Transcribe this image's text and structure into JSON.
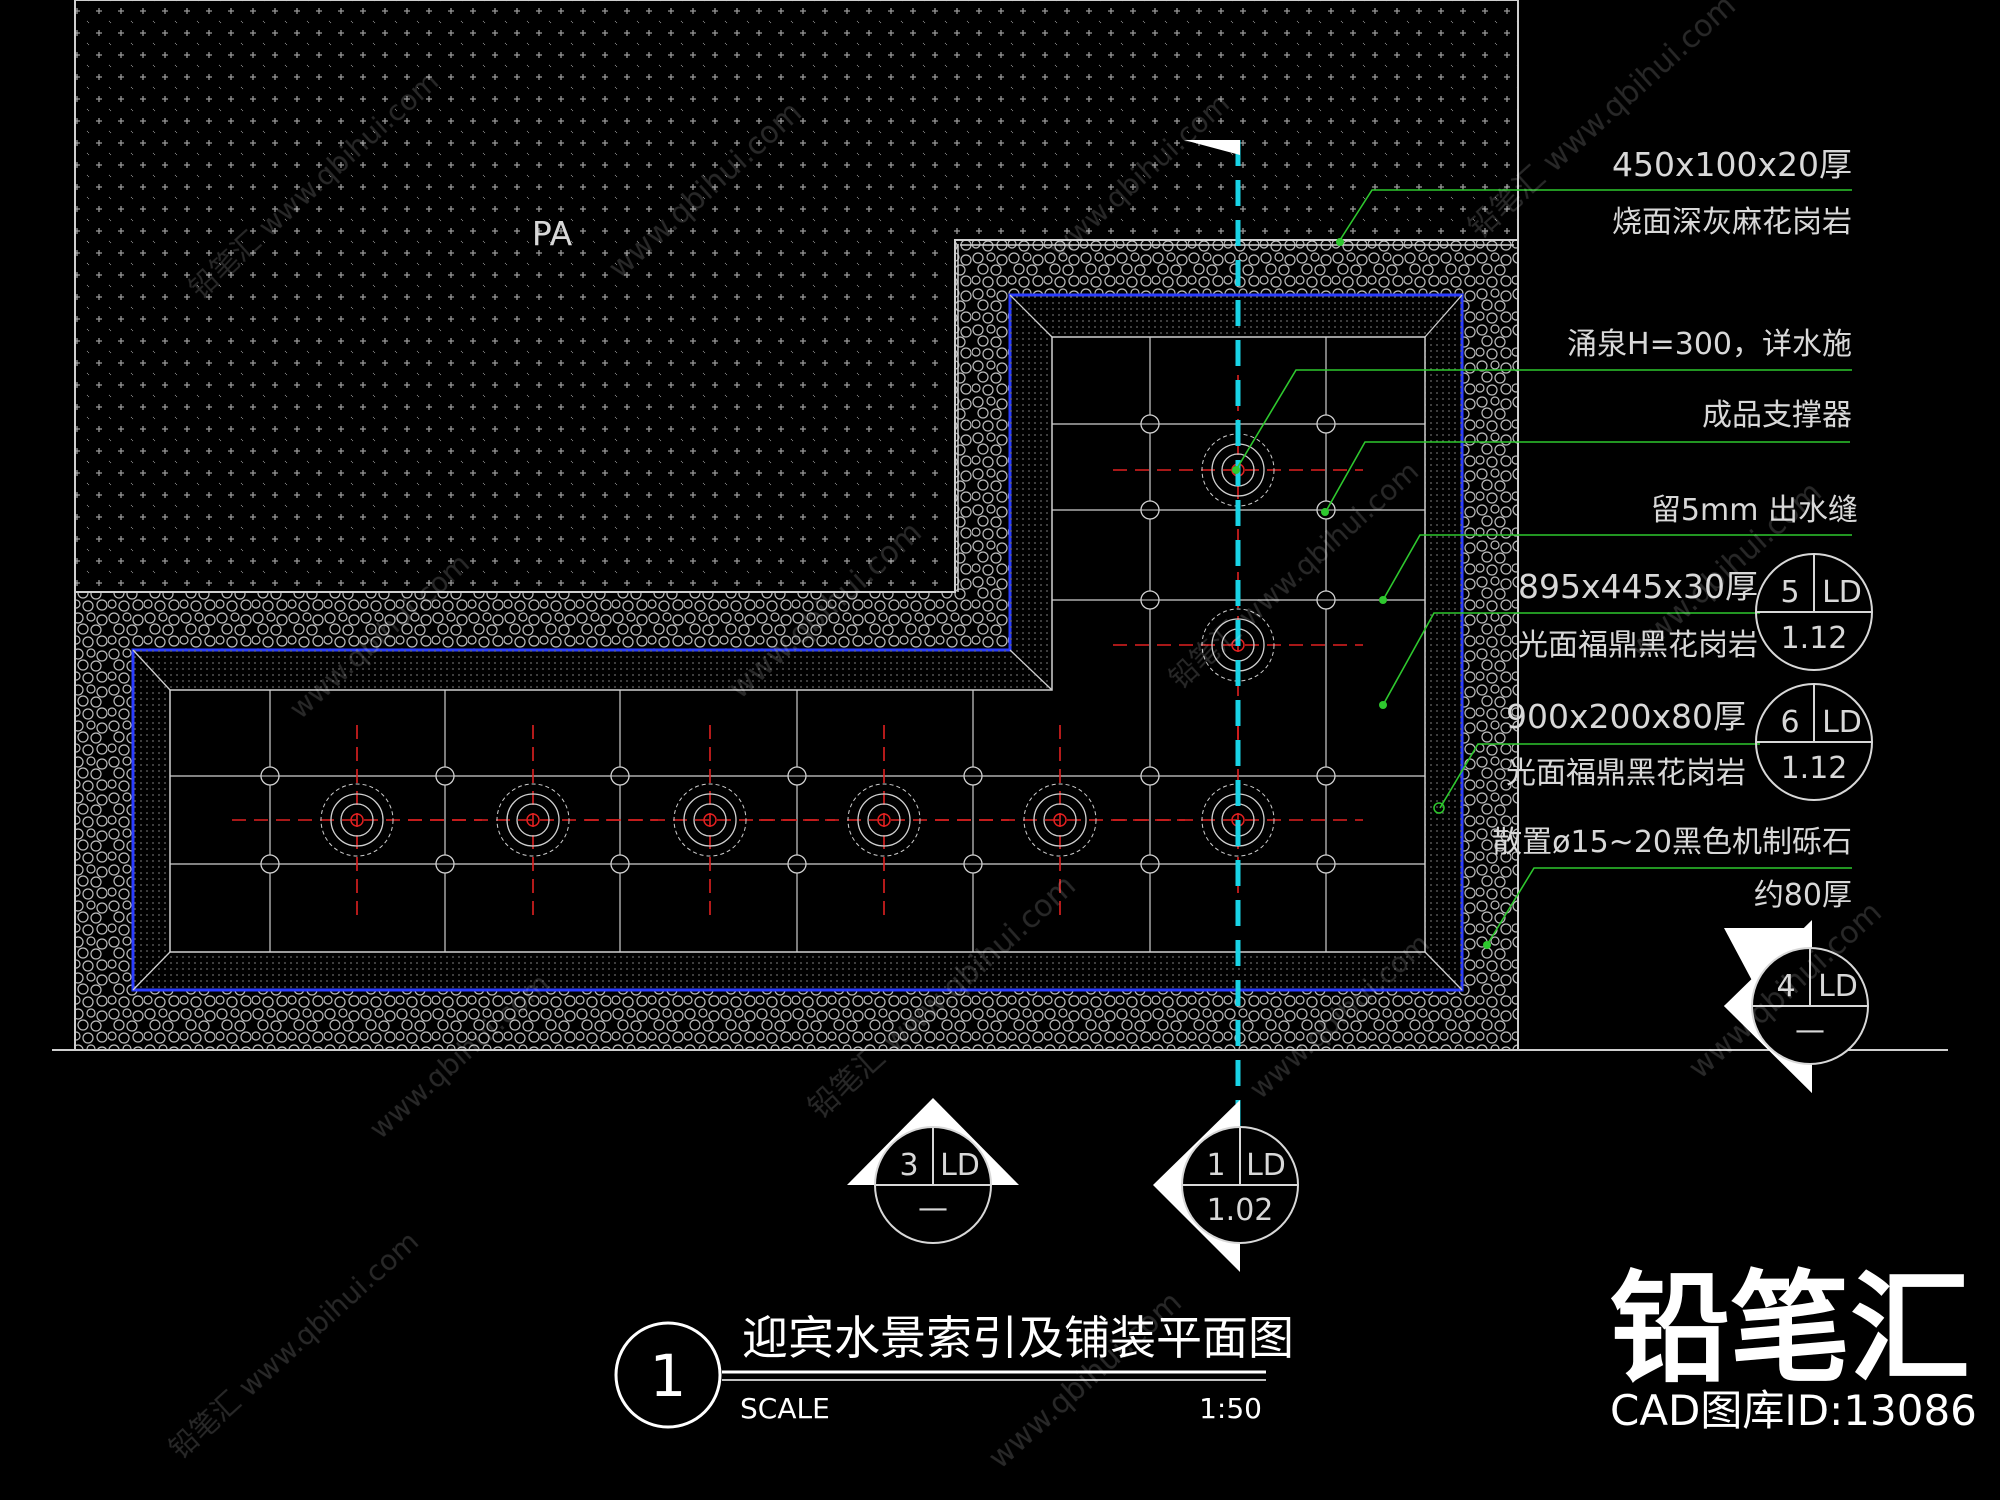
{
  "plan": {
    "area_label": "PA"
  },
  "callouts": [
    {
      "id": "paving",
      "line1": "450x100x20厚",
      "line2": "烧面深灰麻花岗岩"
    },
    {
      "id": "fountain",
      "line1": "涌泉H=300，详水施",
      "line2": ""
    },
    {
      "id": "support",
      "line1": "成品支撑器",
      "line2": ""
    },
    {
      "id": "gap",
      "line1": "留5mm 出水缝",
      "line2": ""
    },
    {
      "id": "slab1",
      "line1": "895x445x30厚",
      "line2": "光面福鼎黑花岗岩"
    },
    {
      "id": "slab2",
      "line1": "900x200x80厚",
      "line2": "光面福鼎黑花岗岩"
    },
    {
      "id": "gravel",
      "line1": "散置ø15~20黑色机制砾石",
      "line2": "约80厚"
    }
  ],
  "detail_refs": [
    {
      "id": "ref-5",
      "num": "5",
      "code": "LD",
      "sheet": "1.12"
    },
    {
      "id": "ref-6",
      "num": "6",
      "code": "LD",
      "sheet": "1.12"
    }
  ],
  "section_marks": [
    {
      "id": "sec-4",
      "num": "4",
      "code": "LD",
      "sheet": "—"
    },
    {
      "id": "sec-3",
      "num": "3",
      "code": "LD",
      "sheet": "—"
    },
    {
      "id": "sec-1",
      "num": "1",
      "code": "LD",
      "sheet": "1.02"
    }
  ],
  "title_block": {
    "number": "1",
    "title": "迎宾水景索引及铺装平面图",
    "scale_label": "SCALE",
    "scale_value": "1:50"
  },
  "branding": {
    "logo_text": "铅笔汇",
    "id_text": "CAD图库ID:13086",
    "watermark_url": "www.qbihui.com",
    "watermark_logo": "铅笔汇"
  },
  "colors": {
    "background": "#000000",
    "linework": "#cfcfcf",
    "callout_leader": "#2ec82e",
    "centerline": "#19d3e6",
    "fountain_axis": "#e02020",
    "pool_edge": "#2a3cff"
  }
}
